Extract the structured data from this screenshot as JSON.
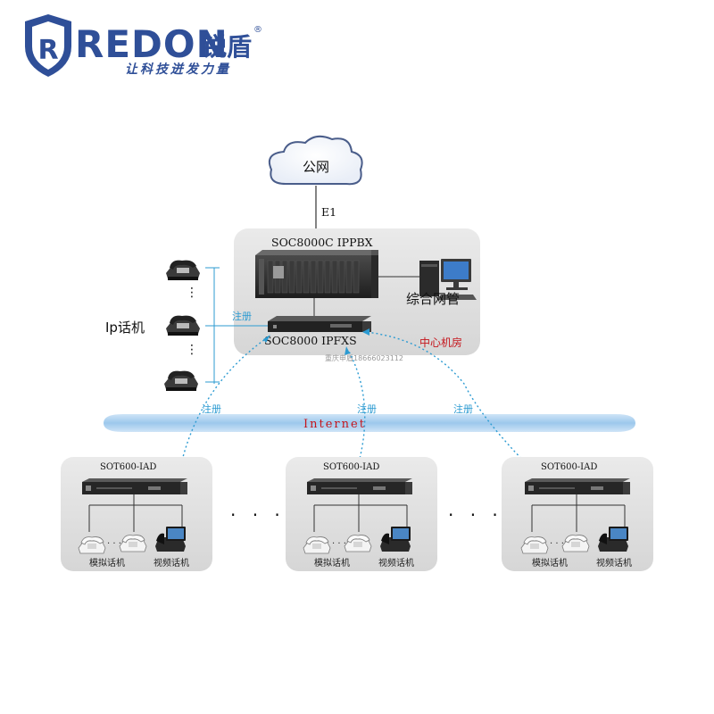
{
  "brand": {
    "name": "REDON",
    "name_cn": "锐盾",
    "registered": "®",
    "slogan": "让科技迸发力量"
  },
  "cloud_label": "公网",
  "link_label": "E1",
  "center": {
    "ippbx_label": "SOC8000C IPPBX",
    "ipfxs_label": "SOC8000 IPFXS",
    "mgmt_label": "综合网管",
    "room_label": "中心机房",
    "watermark": "重庆申盾18666023112"
  },
  "ip_phones_label": "Ip话机",
  "register_label": "注册",
  "internet_label": "Internet",
  "dots": "· · · ·",
  "branches": [
    {
      "device_label": "SOT600-IAD",
      "analog_label": "模拟话机",
      "video_label": "视频话机"
    },
    {
      "device_label": "SOT600-IAD",
      "analog_label": "模拟话机",
      "video_label": "视频话机"
    },
    {
      "device_label": "SOT600-IAD",
      "analog_label": "模拟话机",
      "video_label": "视频话机"
    }
  ],
  "colors": {
    "brand_blue": "#2f4f98",
    "register_blue": "#2c9bd2",
    "internet_band": "#a9cfee",
    "room_red": "#c5161d"
  }
}
